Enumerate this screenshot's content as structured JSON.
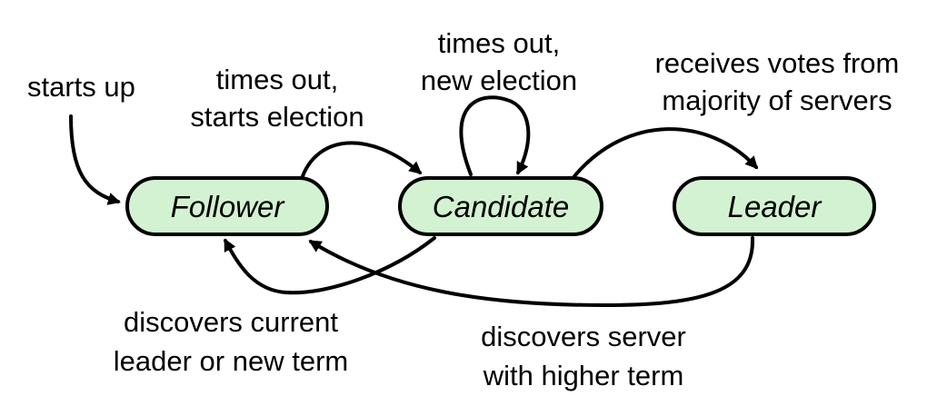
{
  "states": {
    "follower": "Follower",
    "candidate": "Candidate",
    "leader": "Leader"
  },
  "transitions": {
    "start": [
      "starts up"
    ],
    "follower_to_candidate": [
      "times out,",
      "starts election"
    ],
    "candidate_self": [
      "times out,",
      "new election"
    ],
    "candidate_to_leader": [
      "receives votes from",
      "majority of servers"
    ],
    "candidate_to_follower": [
      "discovers current",
      "leader or new term"
    ],
    "leader_to_follower": [
      "discovers server",
      "with higher term"
    ]
  },
  "colors": {
    "state_fill": "#d3f2d1",
    "stroke": "#000000",
    "text": "#000000"
  }
}
